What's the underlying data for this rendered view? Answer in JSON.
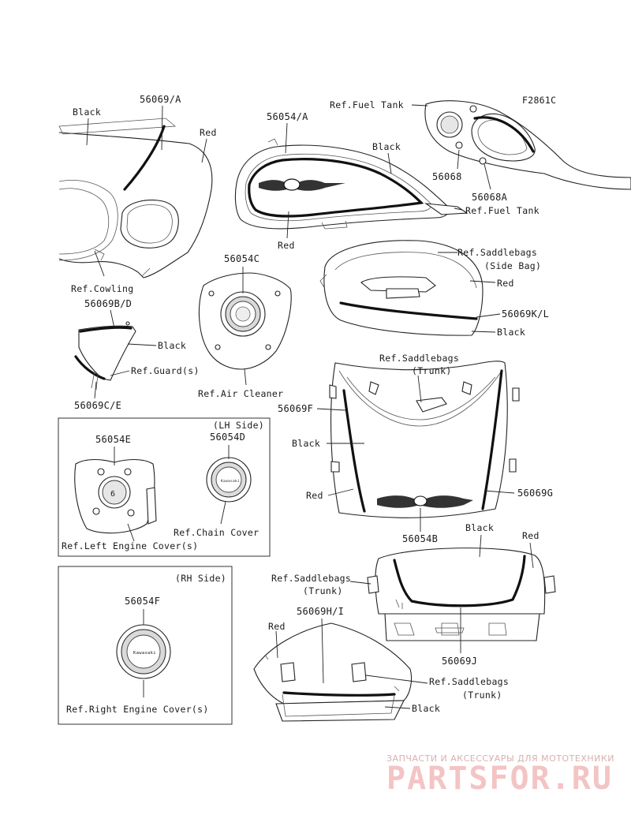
{
  "figure_code": "F2861C",
  "labels": {
    "black_cowl": "Black",
    "n56069a": "56069/A",
    "red_cowl": "Red",
    "ref_cowling": "Ref.Cowling",
    "n56054a": "56054/A",
    "ref_fuel_tank_top": "Ref.Fuel Tank",
    "black_tank": "Black",
    "n56068": "56068",
    "n56068a": "56068A",
    "ref_fuel_tank": "Ref.Fuel Tank",
    "red_tank": "Red",
    "n56054c": "56054C",
    "ref_air_cleaner": "Ref.Air Cleaner",
    "n56069bd": "56069B/D",
    "black_guard": "Black",
    "ref_guard": "Ref.Guard(s)",
    "n56069ce": "56069C/E",
    "ref_saddlebags_side_1": "Ref.Saddlebags",
    "ref_saddlebags_side_2": "(Side Bag)",
    "red_side": "Red",
    "n56069kl": "56069K/L",
    "black_side": "Black",
    "ref_saddlebags_trunk1_1": "Ref.Saddlebags",
    "ref_saddlebags_trunk1_2": "(Trunk)",
    "n56069f": "56069F",
    "black_trunk1": "Black",
    "red_trunk1": "Red",
    "n56069g": "56069G",
    "n56054b": "56054B",
    "lh_side": "(LH Side)",
    "n56054e": "56054E",
    "n56054d": "56054D",
    "ref_chain_cover": "Ref.Chain Cover",
    "ref_left_engine": "Ref.Left Engine Cover(s)",
    "black_trunk2": "Black",
    "red_trunk2": "Red",
    "ref_saddlebags_trunk2_1": "Ref.Saddlebags",
    "ref_saddlebags_trunk2_2": "(Trunk)",
    "n56069j": "56069J",
    "rh_side": "(RH Side)",
    "n56054f": "56054F",
    "ref_right_engine": "Ref.Right Engine Cover(s)",
    "n56069hi": "56069H/I",
    "red_trunk3": "Red",
    "ref_saddlebags_trunk3_1": "Ref.Saddlebags",
    "ref_saddlebags_trunk3_2": "(Trunk)",
    "black_trunk3": "Black"
  },
  "badge_text": "Kawasaki",
  "watermark": {
    "tagline": "ЗАПЧАСТИ И АКСЕССУАРЫ ДЛЯ МОТОТЕХНИКИ",
    "brand": "PARTSFOR.RU"
  }
}
